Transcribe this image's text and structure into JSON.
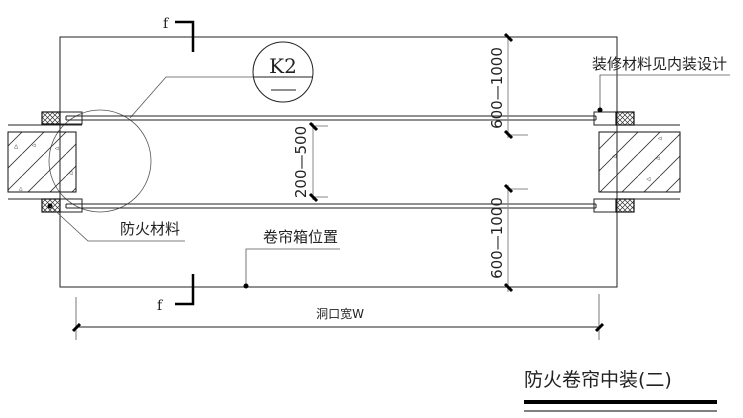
{
  "drawing": {
    "title": "防火卷帘中装(二)",
    "section_marker_top": "f",
    "section_marker_bottom": "f",
    "detail_callout": {
      "label": "K2",
      "sublabel": "—"
    },
    "annotations": {
      "decoration_material": "装修材料见内装设计",
      "fireproof_material": "防火材料",
      "roller_box_position": "卷帘箱位置"
    },
    "dimensions": {
      "top_clearance": "600—1000",
      "gap": "200—500",
      "bottom_clearance": "600—1000",
      "opening_width": "洞口宽W"
    }
  }
}
